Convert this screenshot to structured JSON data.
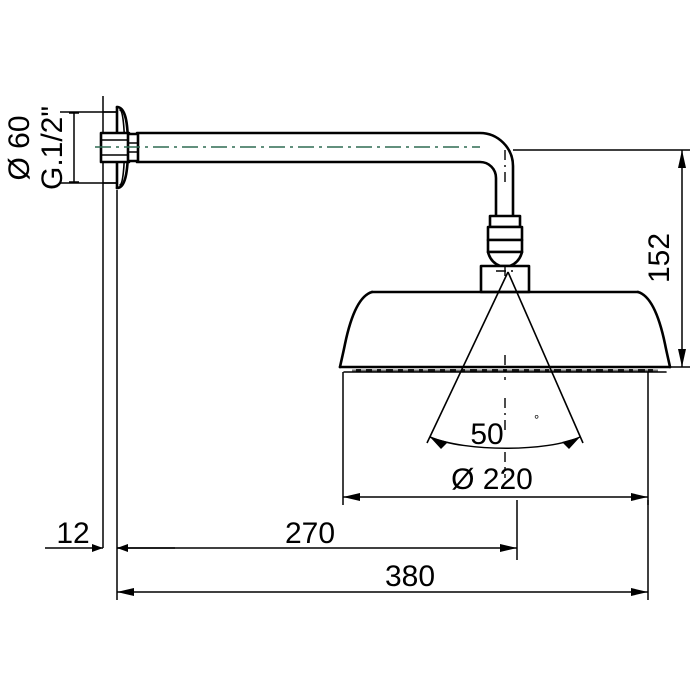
{
  "drawing": {
    "title": "Wall-mounted shower head technical drawing",
    "type": "engineering-elevation-drawing",
    "units": "mm",
    "line_color": "#000000",
    "centerline_color": "#2f6b52",
    "background": "#ffffff"
  },
  "dimensions": {
    "flange_diameter": {
      "label": "Ø 60",
      "value": 60,
      "orientation": "vertical",
      "location": "left-of-wall-flange"
    },
    "thread_spec": {
      "label": "G.1/2\"",
      "value": "G.1/2\"",
      "orientation": "vertical",
      "location": "wall-inlet-thread"
    },
    "drop_height": {
      "label": "152",
      "value": 152,
      "orientation": "vertical",
      "location": "right-side"
    },
    "head_diameter": {
      "label": "Ø 220",
      "value": 220,
      "orientation": "horizontal",
      "location": "below-shower-head"
    },
    "spray_angle": {
      "label": "50",
      "degree_symbol": "°",
      "value": 50,
      "location": "spray-cone"
    },
    "wall_plate_thickness": {
      "label": "12",
      "value": 12,
      "orientation": "horizontal",
      "location": "bottom-left"
    },
    "center_projection": {
      "label": "270",
      "value": 270,
      "orientation": "horizontal",
      "location": "bottom"
    },
    "overall_projection": {
      "label": "380",
      "value": 380,
      "orientation": "horizontal",
      "location": "bottom"
    }
  },
  "components": {
    "wall_line": "wall-surface",
    "escutcheon": "round-wall-flange",
    "hex_nut": "hexagonal-connection-nut",
    "shower_arm": "horizontal-arm-with-elbow",
    "elbow": "90-degree-bend",
    "swivel_joint": "ball-swivel-connector",
    "shower_head": "bell-profile-round-head",
    "spray_face": "perforated-spray-plate",
    "spray_cone": "water-spray-cone"
  }
}
